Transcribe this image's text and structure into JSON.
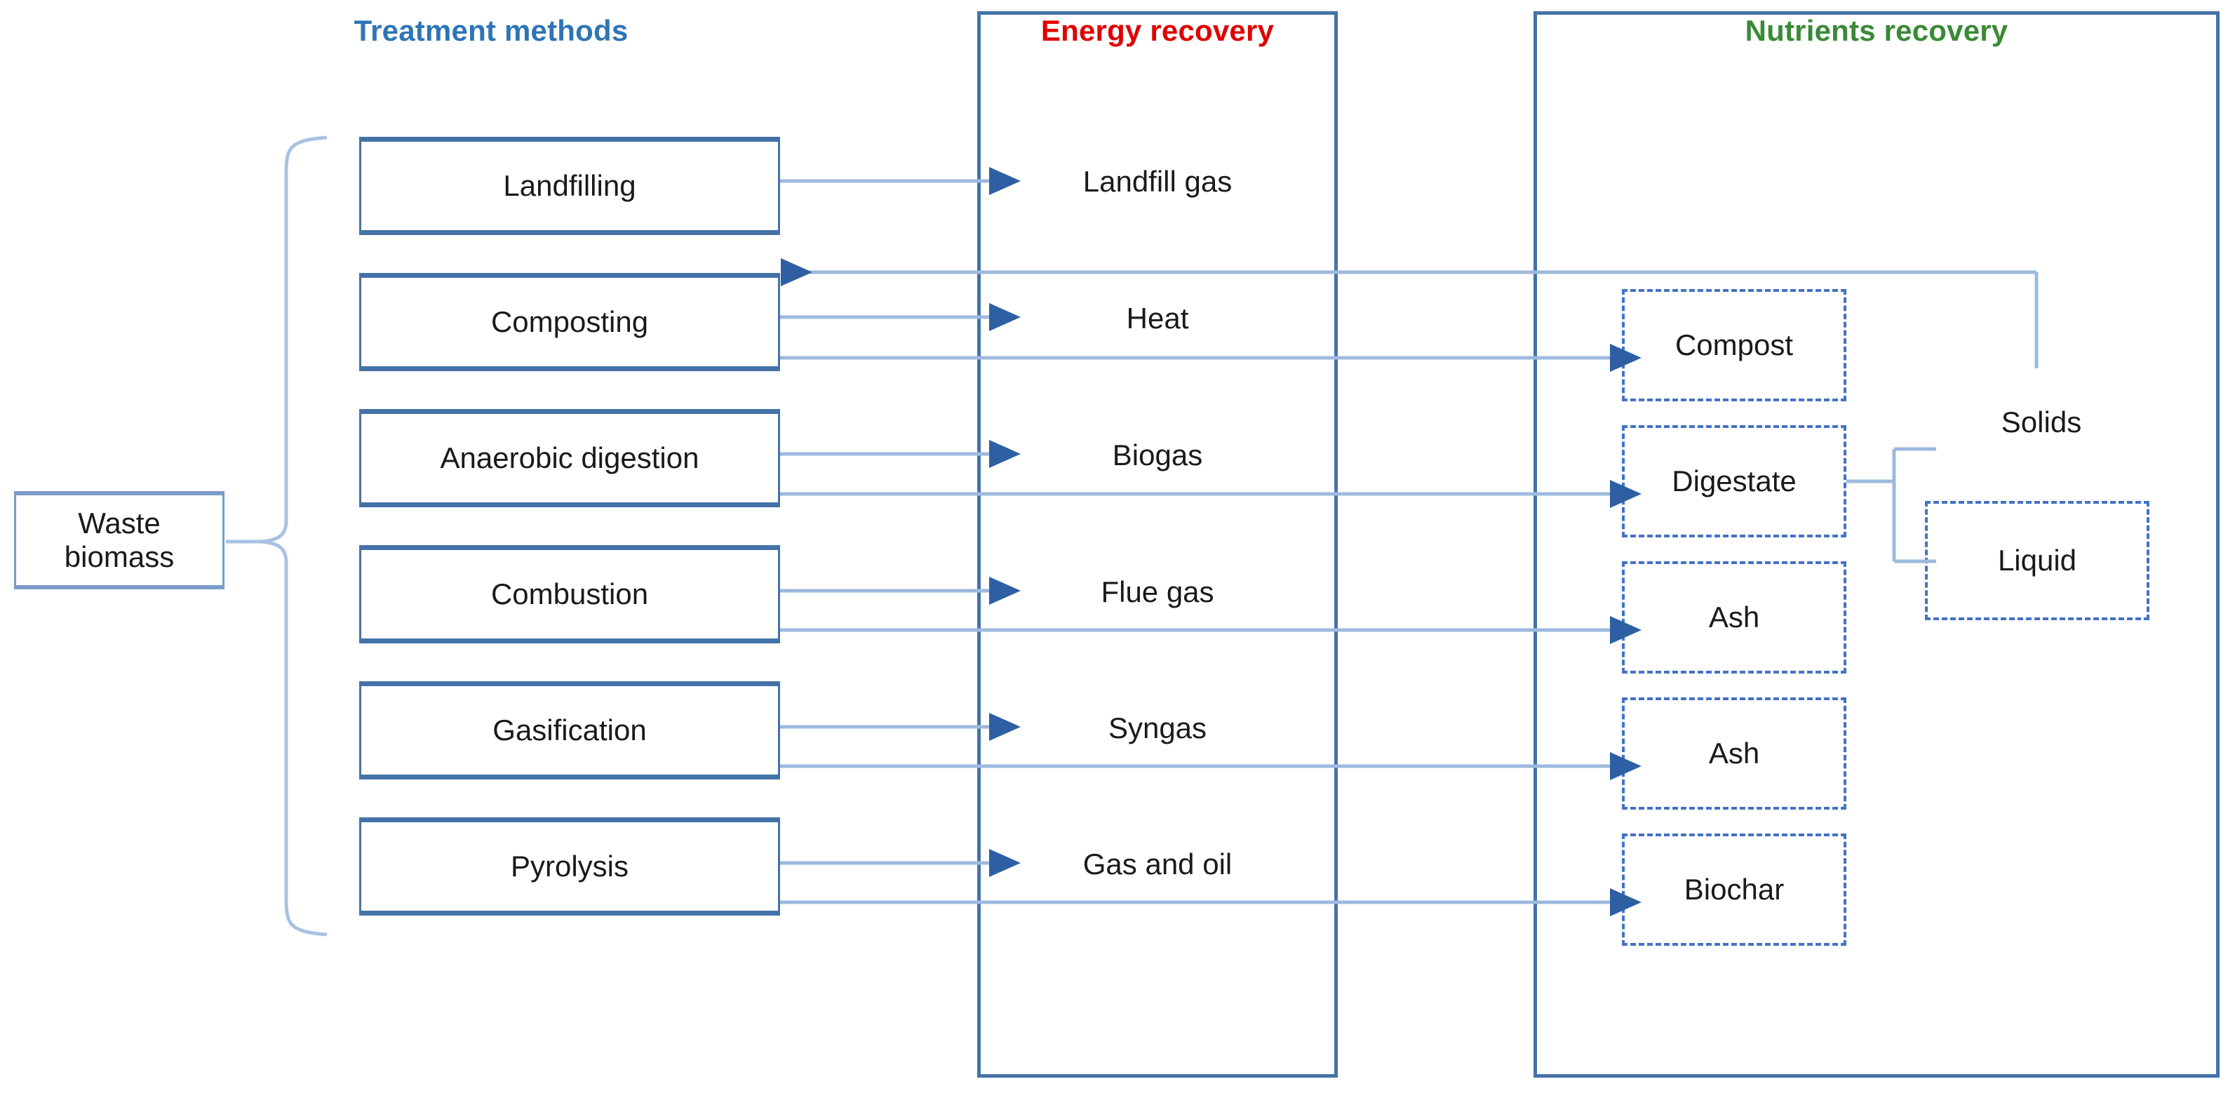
{
  "diagram": {
    "title_row": {
      "treatment": {
        "label": "Treatment methods",
        "color": "#2e75b6"
      },
      "energy": {
        "label": "Energy recovery",
        "color": "#e00000"
      },
      "nutrients": {
        "label": "Nutrients recovery",
        "color": "#3a8a36"
      }
    },
    "source": {
      "label": "Waste\nbiomass",
      "line1": "Waste",
      "line2": "biomass"
    },
    "treatment_methods": [
      {
        "label": "Landfilling"
      },
      {
        "label": "Composting"
      },
      {
        "label": "Anaerobic digestion"
      },
      {
        "label": "Combustion"
      },
      {
        "label": "Gasification"
      },
      {
        "label": "Pyrolysis"
      }
    ],
    "energy_products": [
      {
        "label": "Landfill gas"
      },
      {
        "label": "Heat"
      },
      {
        "label": "Biogas"
      },
      {
        "label": "Flue gas"
      },
      {
        "label": "Syngas"
      },
      {
        "label": "Gas and oil"
      }
    ],
    "nutrient_products": [
      {
        "label": "Compost"
      },
      {
        "label": "Digestate"
      },
      {
        "label": "Ash"
      },
      {
        "label": "Ash"
      },
      {
        "label": "Biochar"
      }
    ],
    "digestate_fractions": [
      {
        "label": "Solids",
        "boxed": false
      },
      {
        "label": "Liquid",
        "boxed": true
      }
    ],
    "colors": {
      "panel_border": "#4472a8",
      "box_border": "#4472a8",
      "dashed_border": "#4472c4",
      "wire": "#9db9de",
      "arrow_head": "#2e5fa3",
      "brace": "#a9c2e3",
      "text": "#1a1a1a"
    },
    "flows": {
      "treatment_to_energy": [
        {
          "from": "Landfilling",
          "to": "Landfill gas"
        },
        {
          "from": "Composting",
          "to": "Heat"
        },
        {
          "from": "Anaerobic digestion",
          "to": "Biogas"
        },
        {
          "from": "Combustion",
          "to": "Flue gas"
        },
        {
          "from": "Gasification",
          "to": "Syngas"
        },
        {
          "from": "Pyrolysis",
          "to": "Gas and oil"
        }
      ],
      "treatment_to_nutrients": [
        {
          "from": "Composting",
          "to": "Compost"
        },
        {
          "from": "Anaerobic digestion",
          "to": "Digestate"
        },
        {
          "from": "Combustion",
          "to": "Ash"
        },
        {
          "from": "Gasification",
          "to": "Ash"
        },
        {
          "from": "Pyrolysis",
          "to": "Biochar"
        }
      ],
      "digestate_split": [
        {
          "from": "Digestate",
          "to": "Solids"
        },
        {
          "from": "Digestate",
          "to": "Liquid"
        }
      ],
      "recycle": [
        {
          "from": "Solids",
          "to": "Composting"
        }
      ]
    }
  }
}
